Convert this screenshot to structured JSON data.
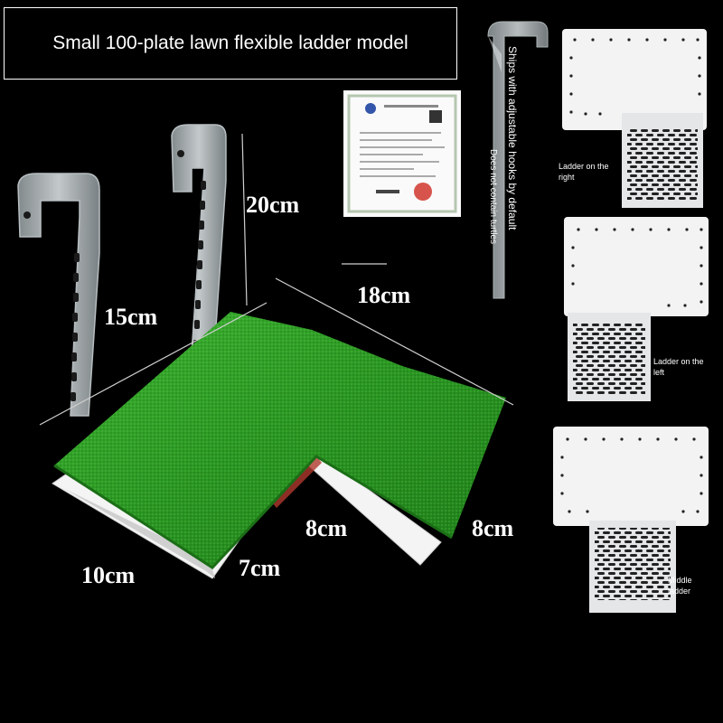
{
  "title": "Small 100-plate lawn flexible ladder model",
  "dimensions": {
    "height": "20cm",
    "hook_length": "15cm",
    "width": "18cm",
    "front_depth": "10cm",
    "step_a": "7cm",
    "step_b": "8cm",
    "step_c": "8cm"
  },
  "notes": {
    "hooks": "Ships with adjustable hooks by default",
    "no_turtles": "Does not contain turtles"
  },
  "variants": [
    {
      "label": "Ladder on the right"
    },
    {
      "label": "Ladder on the left"
    },
    {
      "label": "Middle ladder"
    }
  ],
  "colors": {
    "background": "#000000",
    "grass": "#2e9a26",
    "acrylic": "#c8cfd2",
    "text": "#ffffff"
  }
}
